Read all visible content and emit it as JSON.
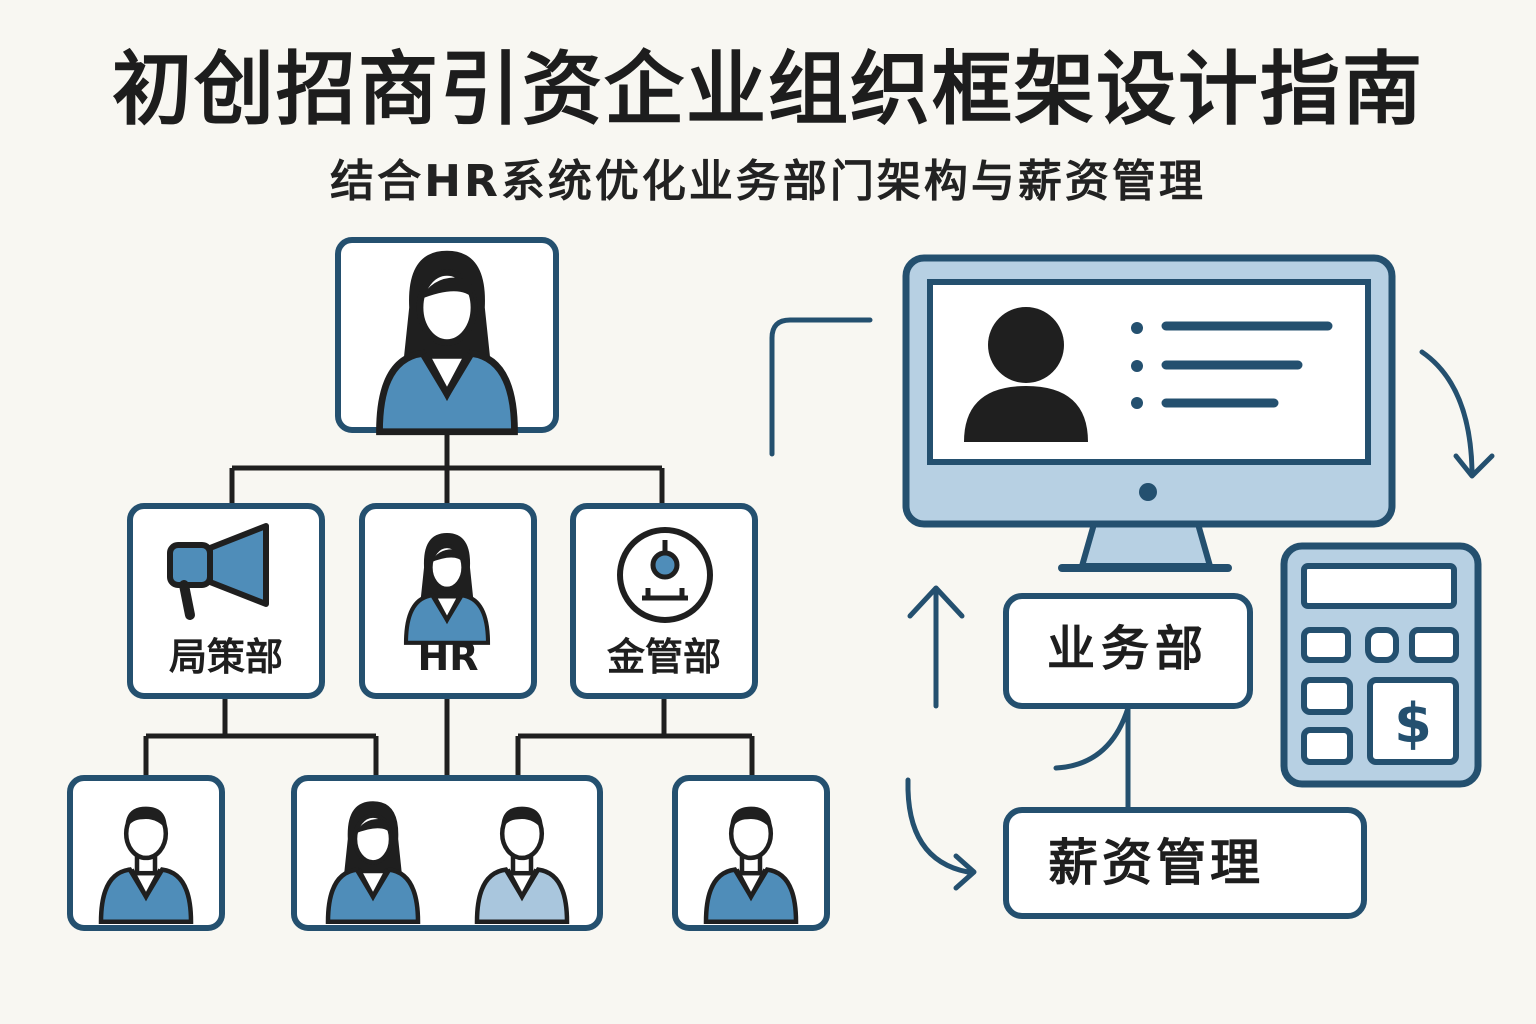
{
  "title": "初创招商引资企业组织框架设计指南",
  "subtitle": "结合HR系统优化业务部门架构与薪资管理",
  "departments": {
    "left": "局策部",
    "middle": "HR",
    "right": "金管部"
  },
  "hr_system": {
    "business_dept": "业务部",
    "payroll": "薪资管理"
  },
  "calculator": {
    "currency_symbol": "$"
  },
  "colors": {
    "stroke": "#24506f",
    "fill_blue": "#4f8db9",
    "fill_light": "#a9c6dd",
    "monitor_fill": "#b7d0e3",
    "dark": "#1f1f1f"
  }
}
